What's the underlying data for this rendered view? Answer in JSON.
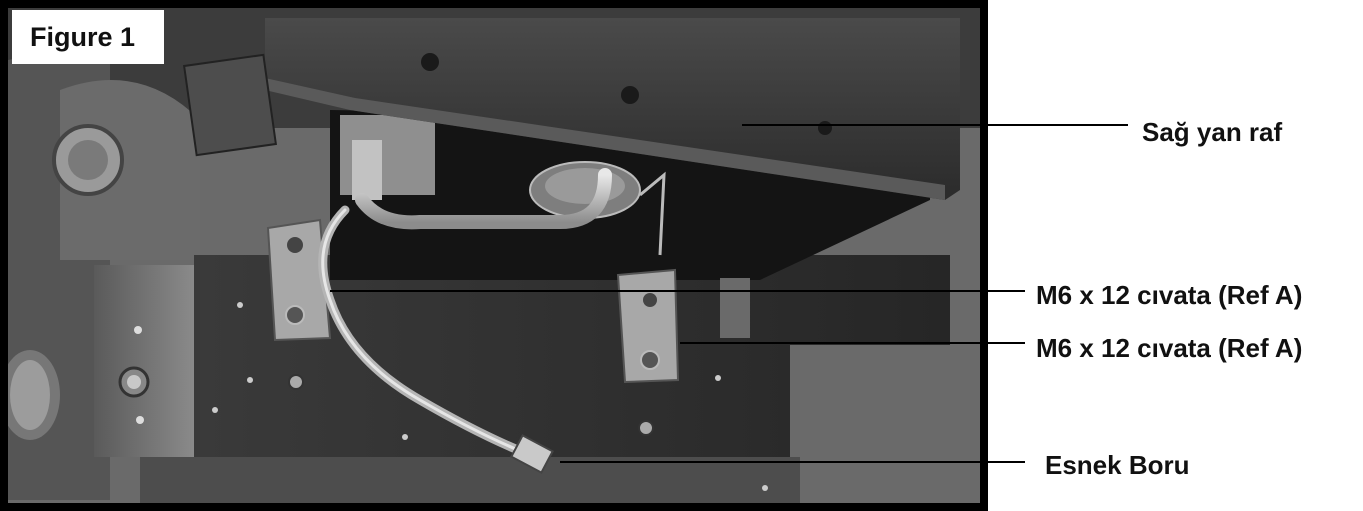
{
  "figure": {
    "tag": "Figure 1",
    "callouts": [
      {
        "id": "right-side-shelf",
        "label": "Sağ yan raf"
      },
      {
        "id": "bolt-left",
        "label": "M6 x 12 cıvata (Ref A)"
      },
      {
        "id": "bolt-right",
        "label": "M6 x 12 cıvata (Ref A)"
      },
      {
        "id": "flex-hose",
        "label": "Esnek Boru"
      }
    ]
  },
  "colors": {
    "frame": "#000000",
    "panel_dark": "#2a2a2a",
    "shelf": "#3a3a3a",
    "metal": "#b8b8b8",
    "leader": "#000000"
  }
}
